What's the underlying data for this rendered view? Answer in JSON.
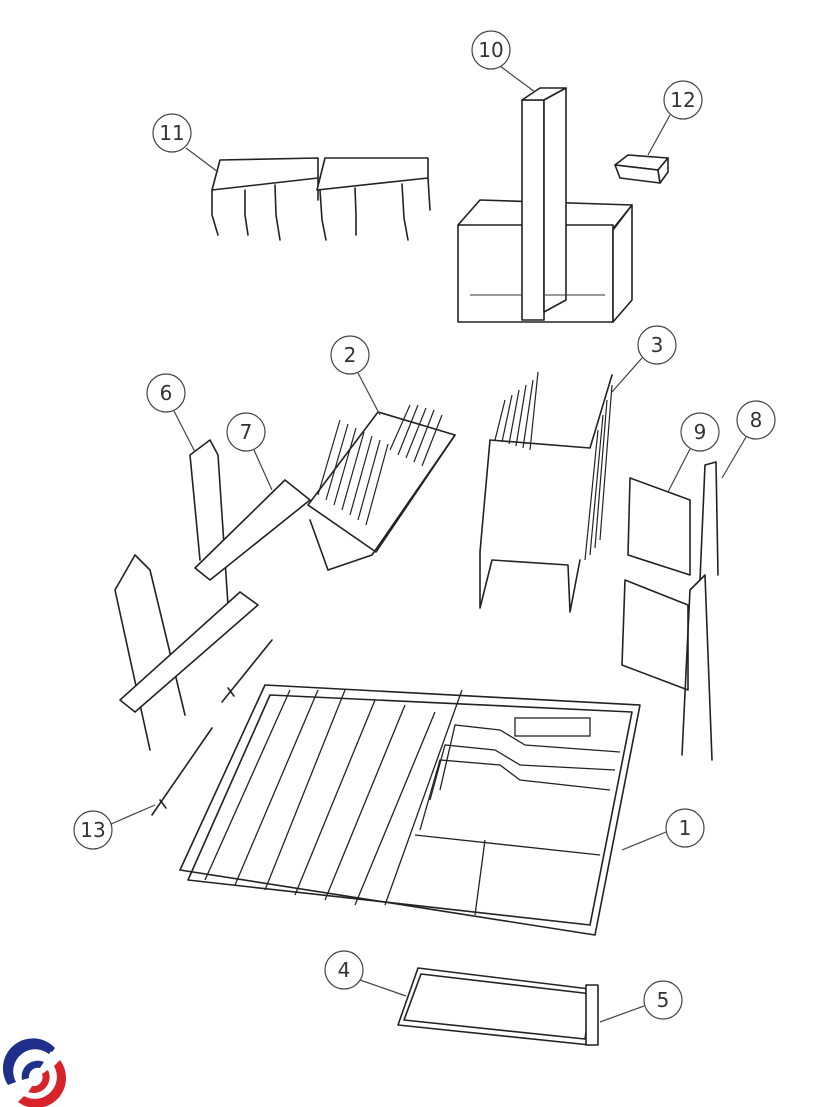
{
  "diagram": {
    "callouts": [
      {
        "id": "c10",
        "label": "10"
      },
      {
        "id": "c11",
        "label": "11"
      },
      {
        "id": "c12",
        "label": "12"
      },
      {
        "id": "c2",
        "label": "2"
      },
      {
        "id": "c3",
        "label": "3"
      },
      {
        "id": "c6",
        "label": "6"
      },
      {
        "id": "c7",
        "label": "7"
      },
      {
        "id": "c9",
        "label": "9"
      },
      {
        "id": "c8",
        "label": "8"
      },
      {
        "id": "c13",
        "label": "13"
      },
      {
        "id": "c1",
        "label": "1"
      },
      {
        "id": "c4",
        "label": "4"
      },
      {
        "id": "c5",
        "label": "5"
      }
    ],
    "logo_colors": {
      "blue": "#1e2f8c",
      "red": "#d8232a"
    }
  }
}
